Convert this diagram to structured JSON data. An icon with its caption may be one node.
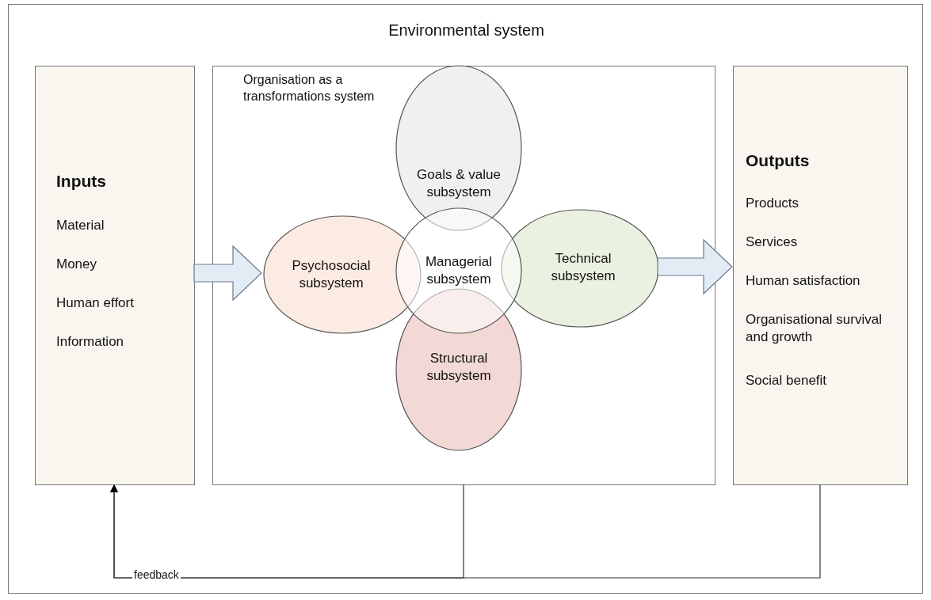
{
  "diagram": {
    "nodes": [
      {
        "text": [
          "Environmental system"
        ]
      },
      {
        "text": [
          "Inputs",
          "Material",
          "Money",
          "Human effort",
          "Information"
        ],
        "in": 0
      },
      {
        "text": [
          "Organisation as a transformations system"
        ],
        "in": 0
      },
      {
        "text": [
          "Goals & value subsystem"
        ],
        "in": 2
      },
      {
        "text": [
          "Psychosocial subsystem"
        ],
        "in": 2
      },
      {
        "text": [
          "Managerial subsystem"
        ],
        "in": 2
      },
      {
        "text": [
          "Technical subsystem"
        ],
        "in": 2
      },
      {
        "text": [
          "Structural subsystem"
        ],
        "in": 2
      },
      {
        "text": [
          "Outputs",
          "Products",
          "Services",
          "Human satisfaction",
          "Organisational survival and growth",
          "Social benefit"
        ],
        "in": 0
      }
    ],
    "edges": [
      {
        "from": 1,
        "to": 4,
        "arrow": "to",
        "style": "thick"
      },
      {
        "from": 6,
        "to": 8,
        "arrow": "to",
        "style": "thick"
      },
      {
        "from": 2,
        "to": 1,
        "arrow": "to",
        "label": "feedback"
      },
      {
        "from": 8,
        "to": 1,
        "arrow": "to"
      }
    ]
  }
}
